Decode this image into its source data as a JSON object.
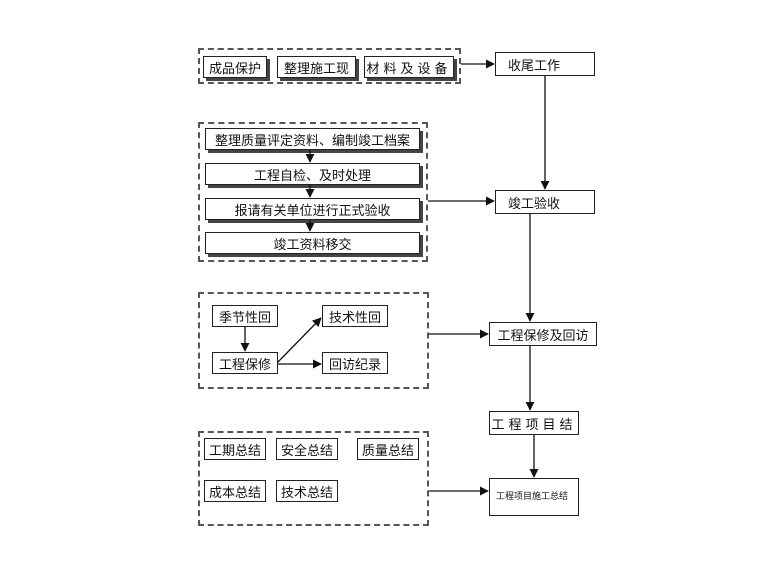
{
  "diagram": {
    "group1": {
      "items": [
        "成品保护",
        "整理施工现",
        "材料及设备"
      ]
    },
    "group2": {
      "steps": [
        "整理质量评定资料、编制竣工档案",
        "工程自检、及时处理",
        "报请有关单位进行正式验收",
        "竣工资料移交"
      ]
    },
    "group3": {
      "seasonal": "季节性回",
      "technical": "技术性回",
      "warranty": "工程保修",
      "record": "回访纪录"
    },
    "group4": {
      "items": [
        "工期总结",
        "安全总结",
        "质量总结",
        "成本总结",
        "技术总结"
      ]
    },
    "main": {
      "closing_work": "收尾工作",
      "completion_acceptance": "竣工验收",
      "warranty_visit": "工程保修及回访",
      "project_summary": "工程项目结",
      "final_summary": "工程项目施工总结"
    }
  }
}
